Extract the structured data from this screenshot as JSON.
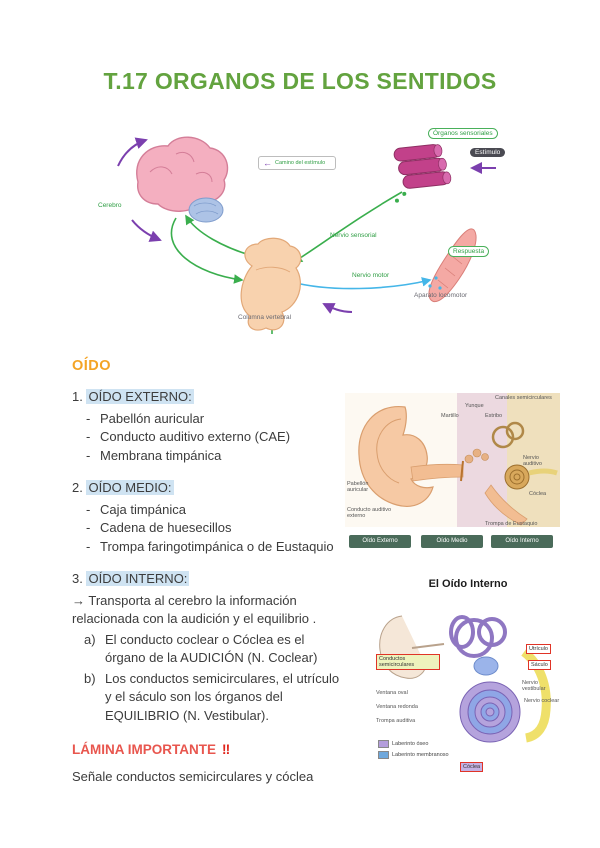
{
  "title": "T.17 ORGANOS DE LOS SENTIDOS",
  "colors": {
    "title": "#63a33f",
    "section": "#f4a425",
    "highlight": "#cfe3f2",
    "important": "#e8564e"
  },
  "diagram": {
    "labels": {
      "cerebro": "Cerebro",
      "camino_arrow": "←",
      "camino": "Camino del estímulo",
      "organos_sensoriales": "Órganos sensoriales",
      "estimulo": "Estímulo",
      "nervio_sensorial": "Nervio sensorial",
      "nervio_motor": "Nervio motor",
      "respuesta": "Respuesta",
      "aparato_locomotor": "Aparato locomotor",
      "columna_vertebral": "Columna vertebral"
    }
  },
  "sections": {
    "oido_heading": "OÍDO",
    "externo": {
      "number": "1.",
      "title": "OÍDO EXTERNO:",
      "items": [
        "Pabellón auricular",
        "Conducto auditivo externo (CAE)",
        "Membrana timpánica"
      ]
    },
    "medio": {
      "number": "2.",
      "title": "OÍDO MEDIO:",
      "items": [
        "Caja timpánica",
        "Cadena de huesecillos",
        "Trompa faringotimpánica o de Eustaquio"
      ]
    },
    "interno": {
      "number": "3.",
      "title": "OÍDO INTERNO:",
      "intro": "→ Transporta al cerebro la información relacionada con la audición y el equilibrio .",
      "points": [
        {
          "marker": "a)",
          "text": "El conducto coclear o Cóclea es el órgano de la AUDICIÓN (N. Coclear)"
        },
        {
          "marker": "b)",
          "text": "Los conductos semicirculares, el utrículo y el sáculo son los órganos del EQUILIBRIO (N. Vestibular)."
        }
      ]
    },
    "lamina": {
      "heading": "LÁMINA IMPORTANTE",
      "mark": "‼",
      "note": "Señale conductos semicirculares y cóclea"
    }
  },
  "figures": {
    "ear": {
      "labels": {
        "pabellon": "Pabellón auricular",
        "conducto": "Conducto auditivo externo",
        "martillo": "Martillo",
        "yunque": "Yunque",
        "estribo": "Estribo",
        "canales": "Canales semicirculares",
        "nervio_auditivo": "Nervio auditivo",
        "coclea": "Cóclea",
        "trompa": "Trompa de Eustaquio"
      },
      "bands": [
        "Oído Externo",
        "Oído Medio",
        "Oído Interno"
      ]
    },
    "inner_ear": {
      "title": "El Oído Interno",
      "labels": {
        "conductos_semicirculares": "Conductos semicirculares",
        "utriculo": "Utrículo",
        "saculo": "Sáculo",
        "ventana_oval": "Ventana oval",
        "ventana_redonda": "Ventana redonda",
        "trompa_auditiva": "Trompa auditiva",
        "nervio_vestibular": "Nervio vestibular",
        "nervio_coclear": "Nervio coclear",
        "coclea": "Cóclea"
      },
      "legend": [
        {
          "color": "#b39ddb",
          "label": "Laberinto óseo"
        },
        {
          "color": "#6fa8dc",
          "label": "Laberinto membranoso"
        }
      ]
    }
  }
}
